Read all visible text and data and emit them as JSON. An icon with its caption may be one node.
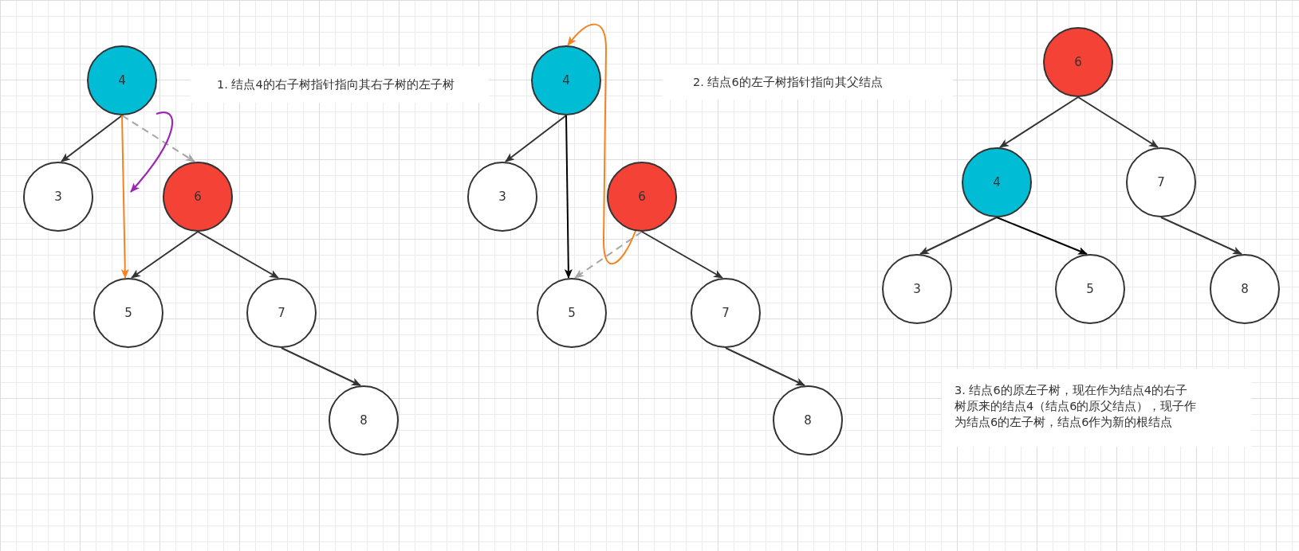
{
  "diagram": {
    "nodes": [
      {
        "text": [
          "4"
        ]
      },
      {
        "text": [
          "3"
        ]
      },
      {
        "text": [
          "6"
        ]
      },
      {
        "text": [
          "5"
        ]
      },
      {
        "text": [
          "7"
        ]
      },
      {
        "text": [
          "8"
        ]
      },
      {
        "text": [
          "4"
        ]
      },
      {
        "text": [
          "3"
        ]
      },
      {
        "text": [
          "6"
        ]
      },
      {
        "text": [
          "5"
        ]
      },
      {
        "text": [
          "7"
        ]
      },
      {
        "text": [
          "8"
        ]
      },
      {
        "text": [
          "6"
        ]
      },
      {
        "text": [
          "4"
        ]
      },
      {
        "text": [
          "7"
        ]
      },
      {
        "text": [
          "3"
        ]
      },
      {
        "text": [
          "5"
        ]
      },
      {
        "text": [
          "8"
        ]
      }
    ],
    "edges": [
      {
        "from": 0,
        "to": 1,
        "arrow": "to"
      },
      {
        "from": 0,
        "to": 2,
        "arrow": "to",
        "style": "dashed",
        "color": "#a6a6a6"
      },
      {
        "from": 0,
        "to": 3,
        "arrow": "to",
        "color": "#f5821f"
      },
      {
        "from": 2,
        "to": 3,
        "arrow": "to"
      },
      {
        "from": 2,
        "to": 4,
        "arrow": "to"
      },
      {
        "from": 4,
        "to": 5,
        "arrow": "to"
      },
      {
        "from": 6,
        "to": 7,
        "arrow": "to"
      },
      {
        "from": 6,
        "to": 9,
        "arrow": "to",
        "color": "#000000"
      },
      {
        "from": 8,
        "to": 9,
        "arrow": "to",
        "style": "dashed",
        "color": "#a6a6a6"
      },
      {
        "from": 8,
        "to": 6,
        "arrow": "to",
        "color": "#f5821f"
      },
      {
        "from": 8,
        "to": 10,
        "arrow": "to"
      },
      {
        "from": 10,
        "to": 11,
        "arrow": "to"
      },
      {
        "from": 12,
        "to": 13,
        "arrow": "to"
      },
      {
        "from": 12,
        "to": 14,
        "arrow": "to"
      },
      {
        "from": 13,
        "to": 15,
        "arrow": "to"
      },
      {
        "from": 13,
        "to": 16,
        "arrow": "to",
        "color": "#000000"
      },
      {
        "from": 14,
        "to": 17,
        "arrow": "to"
      }
    ],
    "labels": [
      "1. 结点4的右子树指针指向其右子树的左子树",
      "2. 结点6的左子树指针指向其父结点",
      "3. 结点6的原左子树，现在作为结点4的右子树原来的结点4（结点6的原父结点），现子作为结点6的左子树，结点6作为新的根结点"
    ]
  }
}
